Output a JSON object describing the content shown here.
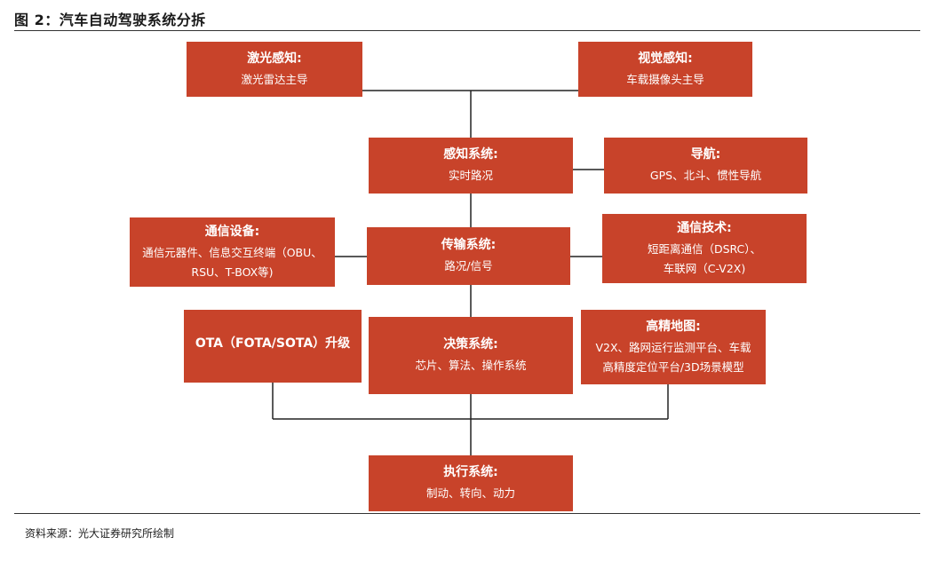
{
  "figure": {
    "title": "图 2：汽车自动驾驶系统分拆",
    "source": "资料来源：光大证券研究所绘制"
  },
  "nodes": {
    "laser": {
      "title": "激光感知:",
      "desc": "激光雷达主导"
    },
    "vision": {
      "title": "视觉感知:",
      "desc": "车载摄像头主导"
    },
    "perception": {
      "title": "感知系统:",
      "desc": "实时路况"
    },
    "navigation": {
      "title": "导航:",
      "desc": "GPS、北斗、惯性导航"
    },
    "comm_device": {
      "title": "通信设备:",
      "desc_line1": "通信元器件、信息交互终端（OBU、",
      "desc_line2": "RSU、T-BOX等)"
    },
    "transmission": {
      "title": "传输系统:",
      "desc": "路况/信号"
    },
    "comm_tech": {
      "title": "通信技术:",
      "desc_line1": "短距离通信（DSRC）、",
      "desc_line2": "车联网（C-V2X)"
    },
    "ota": {
      "title": "OTA（FOTA/SOTA）升级"
    },
    "decision": {
      "title": "决策系统:",
      "desc": "芯片、算法、操作系统"
    },
    "hd_map": {
      "title": "高精地图:",
      "desc_line1": "V2X、路网运行监测平台、车载",
      "desc_line2": "高精度定位平台/3D场景模型"
    },
    "execution": {
      "title": "执行系统:",
      "desc": "制动、转向、动力"
    }
  },
  "colors": {
    "box_fill": "#c8432a",
    "box_text": "#ffffff",
    "line": "#222222"
  }
}
